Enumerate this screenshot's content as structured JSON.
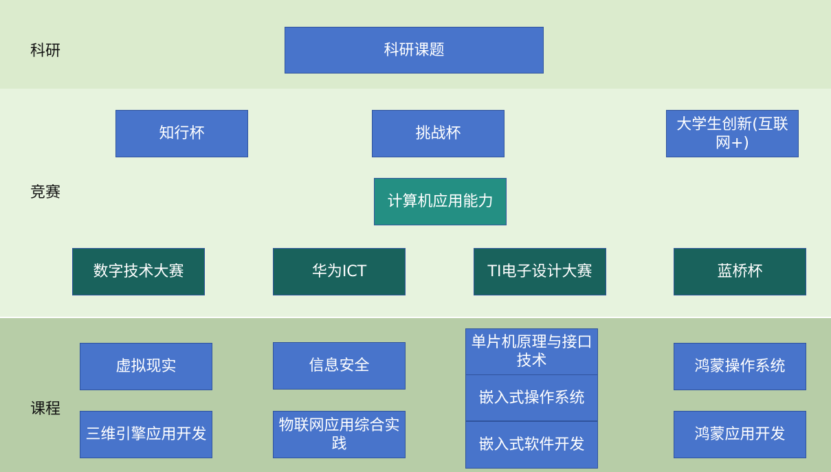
{
  "rows": {
    "research": {
      "label": "科研",
      "items": [
        "科研课题"
      ]
    },
    "competition": {
      "label": "竞赛",
      "items": [
        "知行杯",
        "挑战杯",
        "大学生创新(互联网+)",
        "计算机应用能力",
        "数字技术大赛",
        "华为ICT",
        "TI电子设计大赛",
        "蓝桥杯"
      ]
    },
    "course": {
      "label": "课程",
      "items": [
        "虚拟现实",
        "三维引擎应用开发",
        "信息安全",
        "物联网应用综合实践",
        "单片机原理与接口技术",
        "嵌入式操作系统",
        "嵌入式软件开发",
        "鸿蒙操作系统",
        "鸿蒙应用开发"
      ]
    }
  },
  "colors": {
    "research_band": "#dbebcd",
    "competition_band": "#e7f3de",
    "course_band": "#b7cda7",
    "blue": "#4874cb",
    "teal": "#248f83",
    "dark_teal": "#19625c"
  }
}
